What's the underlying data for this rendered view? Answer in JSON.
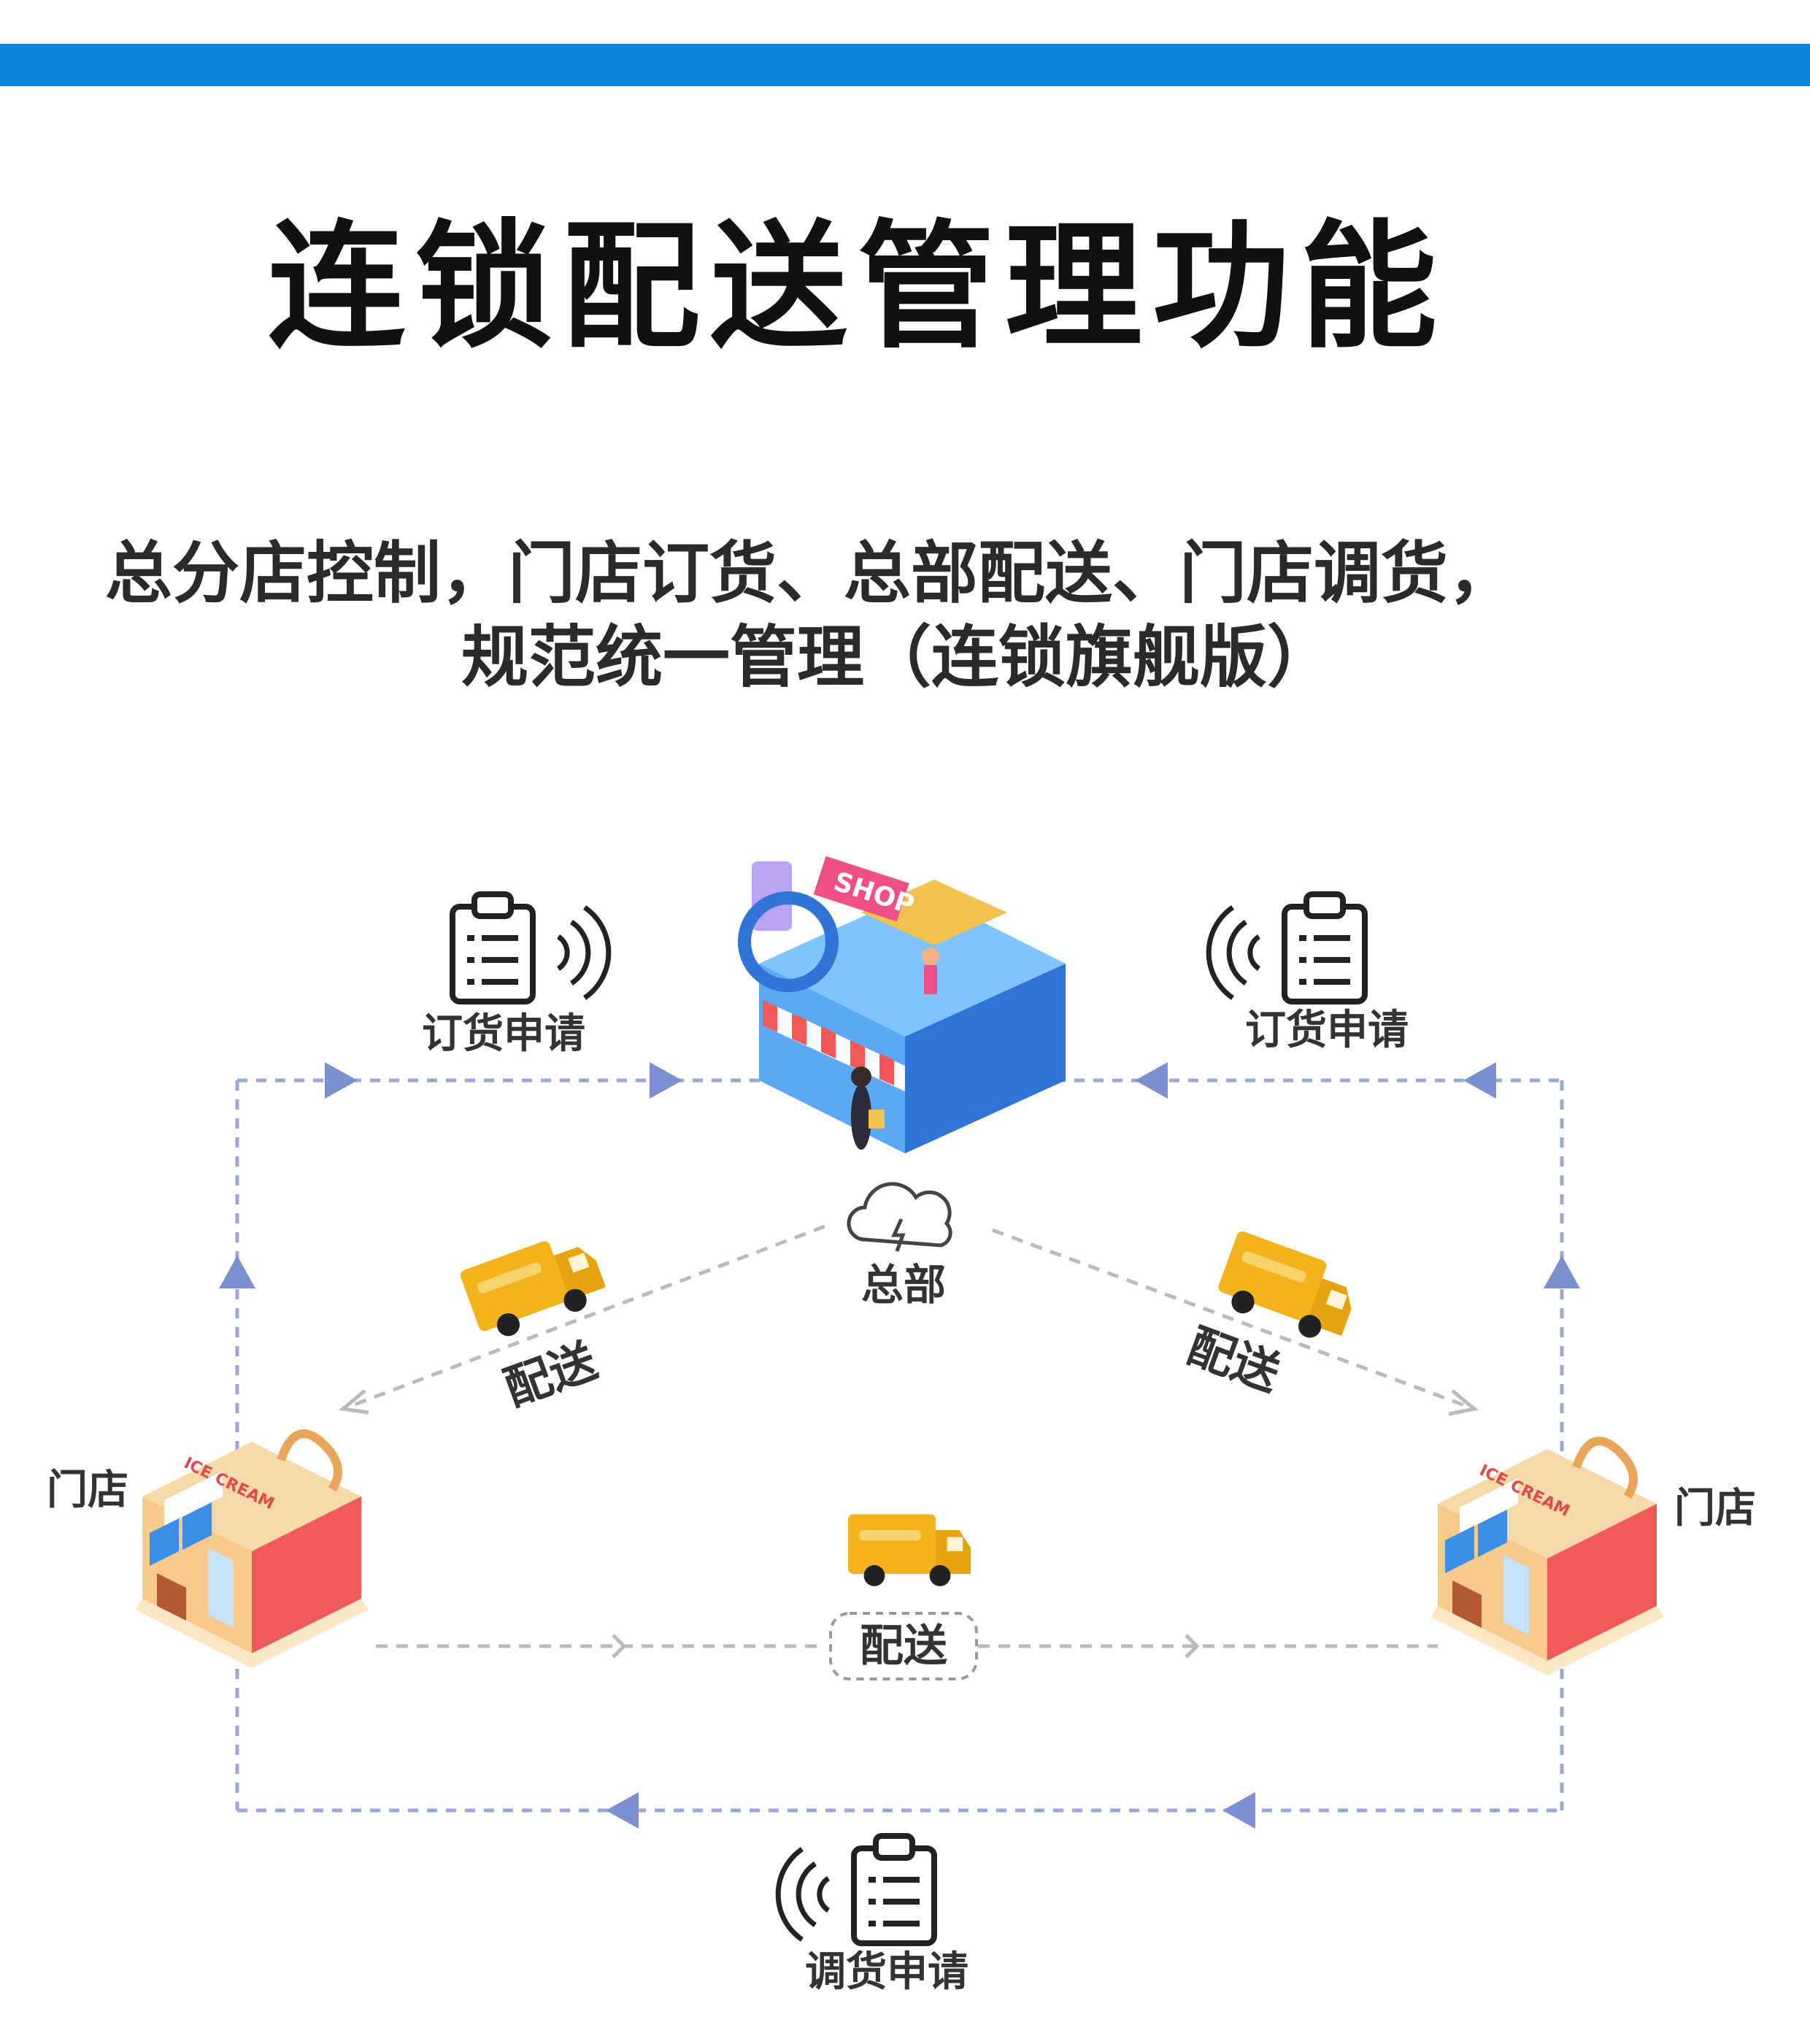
{
  "header": {
    "title": "连锁配送管理功能",
    "subtitle_line1": "总分店控制，门店订货、总部配送、门店调货，",
    "subtitle_line2": "规范统一管理（连锁旗舰版）"
  },
  "diagram": {
    "hq_label": "总部",
    "store_left_label": "门店",
    "store_right_label": "门店",
    "order_left_label": "订货申请",
    "order_right_label": "订货申请",
    "delivery_left_label": "配送",
    "delivery_right_label": "配送",
    "delivery_bottom_label": "配送",
    "transfer_label": "调货申请",
    "shop_sign": "SHOP",
    "store_sign": "ICE CREAM"
  },
  "colors": {
    "accent_bar": "#0a86d8",
    "flow_line": "#7b8fd1",
    "truck": "#f2b31c",
    "shop_building": "#3a8ee8",
    "store_building": "#f0595a"
  }
}
